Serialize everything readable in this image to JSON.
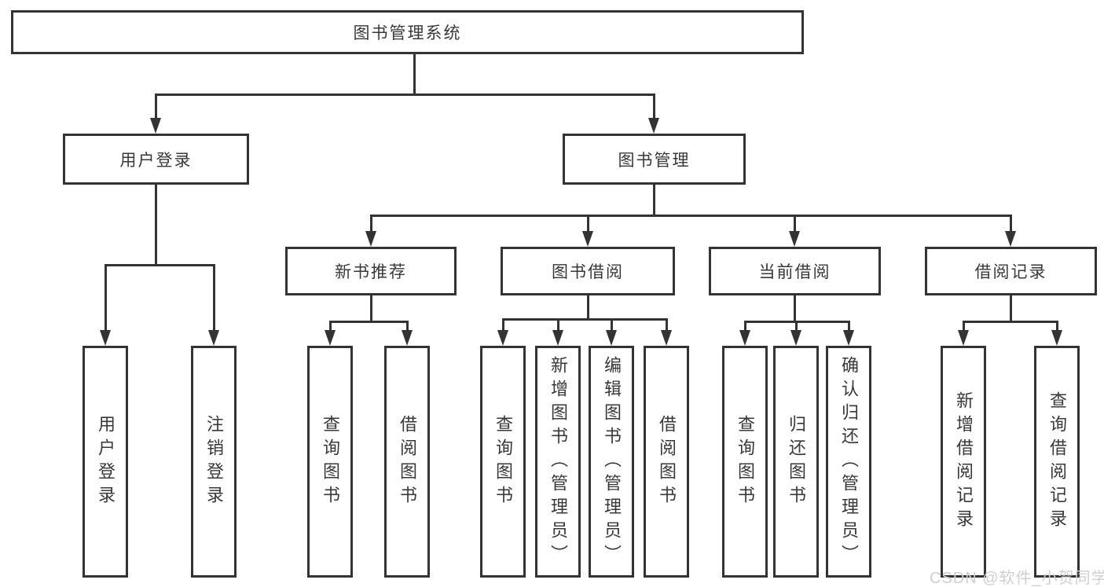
{
  "diagram_type": "functional-structure-tree",
  "tree": {
    "label": "图书管理系统",
    "children": [
      {
        "label": "用户登录",
        "children": [
          {
            "label": "用户登录"
          },
          {
            "label": "注销登录"
          }
        ]
      },
      {
        "label": "图书管理",
        "children": [
          {
            "label": "新书推荐",
            "children": [
              {
                "label": "查询图书"
              },
              {
                "label": "借阅图书"
              }
            ]
          },
          {
            "label": "图书借阅",
            "children": [
              {
                "label": "查询图书"
              },
              {
                "label": "新增图书（管理员）"
              },
              {
                "label": "编辑图书（管理员）"
              },
              {
                "label": "借阅图书"
              }
            ]
          },
          {
            "label": "当前借阅",
            "children": [
              {
                "label": "查询图书"
              },
              {
                "label": "归还图书"
              },
              {
                "label": "确认归还（管理员）"
              }
            ]
          },
          {
            "label": "借阅记录",
            "children": [
              {
                "label": "新增借阅记录"
              },
              {
                "label": "查询借阅记录"
              }
            ]
          }
        ]
      }
    ]
  },
  "watermark": {
    "text": "CSDN @软件_小贺同学"
  },
  "colors": {
    "background": "#ffffff",
    "line": "#333333",
    "text": "#383838",
    "watermark": "#cfcfcf"
  }
}
